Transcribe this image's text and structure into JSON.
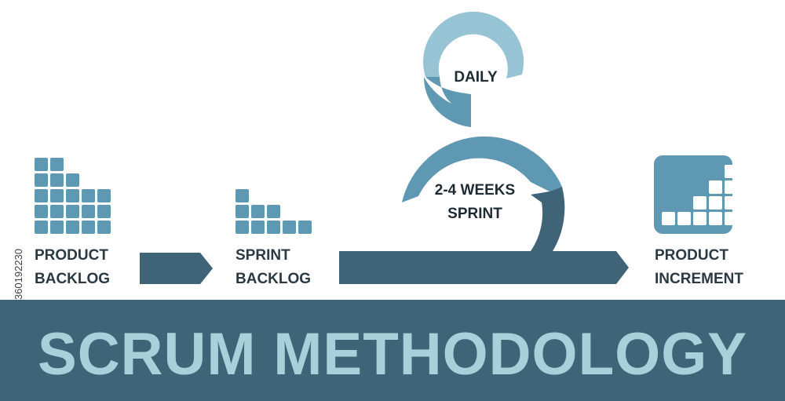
{
  "title": "SCRUM METHODOLOGY",
  "side_id": "360192230",
  "stages": {
    "product_backlog": {
      "line1": "PRODUCT",
      "line2": "BACKLOG"
    },
    "sprint_backlog": {
      "line1": "SPRINT",
      "line2": "BACKLOG"
    },
    "daily": {
      "label": "DAILY"
    },
    "sprint": {
      "line1": "2-4 WEEKS",
      "line2": "SPRINT"
    },
    "product_increment": {
      "line1": "PRODUCT",
      "line2": "INCREMENT"
    }
  },
  "colors": {
    "dark": "#3f6478",
    "mid": "#5f98b3",
    "light": "#96c4d4",
    "banner": "#3f6478",
    "title": "#a9cfda"
  }
}
